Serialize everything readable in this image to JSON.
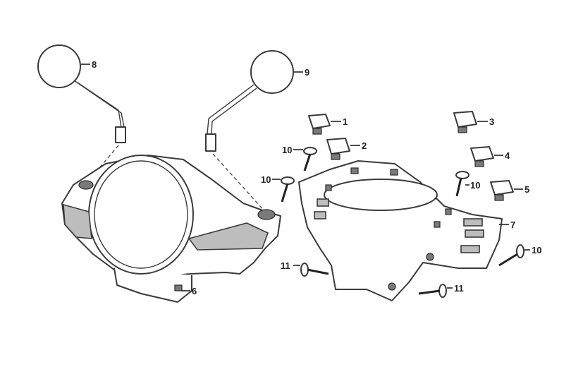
{
  "callouts": {
    "c1": "1",
    "c2": "2",
    "c3": "3",
    "c4": "4",
    "c5": "5",
    "c6": "6",
    "c7": "7",
    "c8": "8",
    "c9": "9",
    "c10a": "10",
    "c10b": "10",
    "c10c": "10",
    "c10d": "10",
    "c11a": "11",
    "c11b": "11"
  }
}
